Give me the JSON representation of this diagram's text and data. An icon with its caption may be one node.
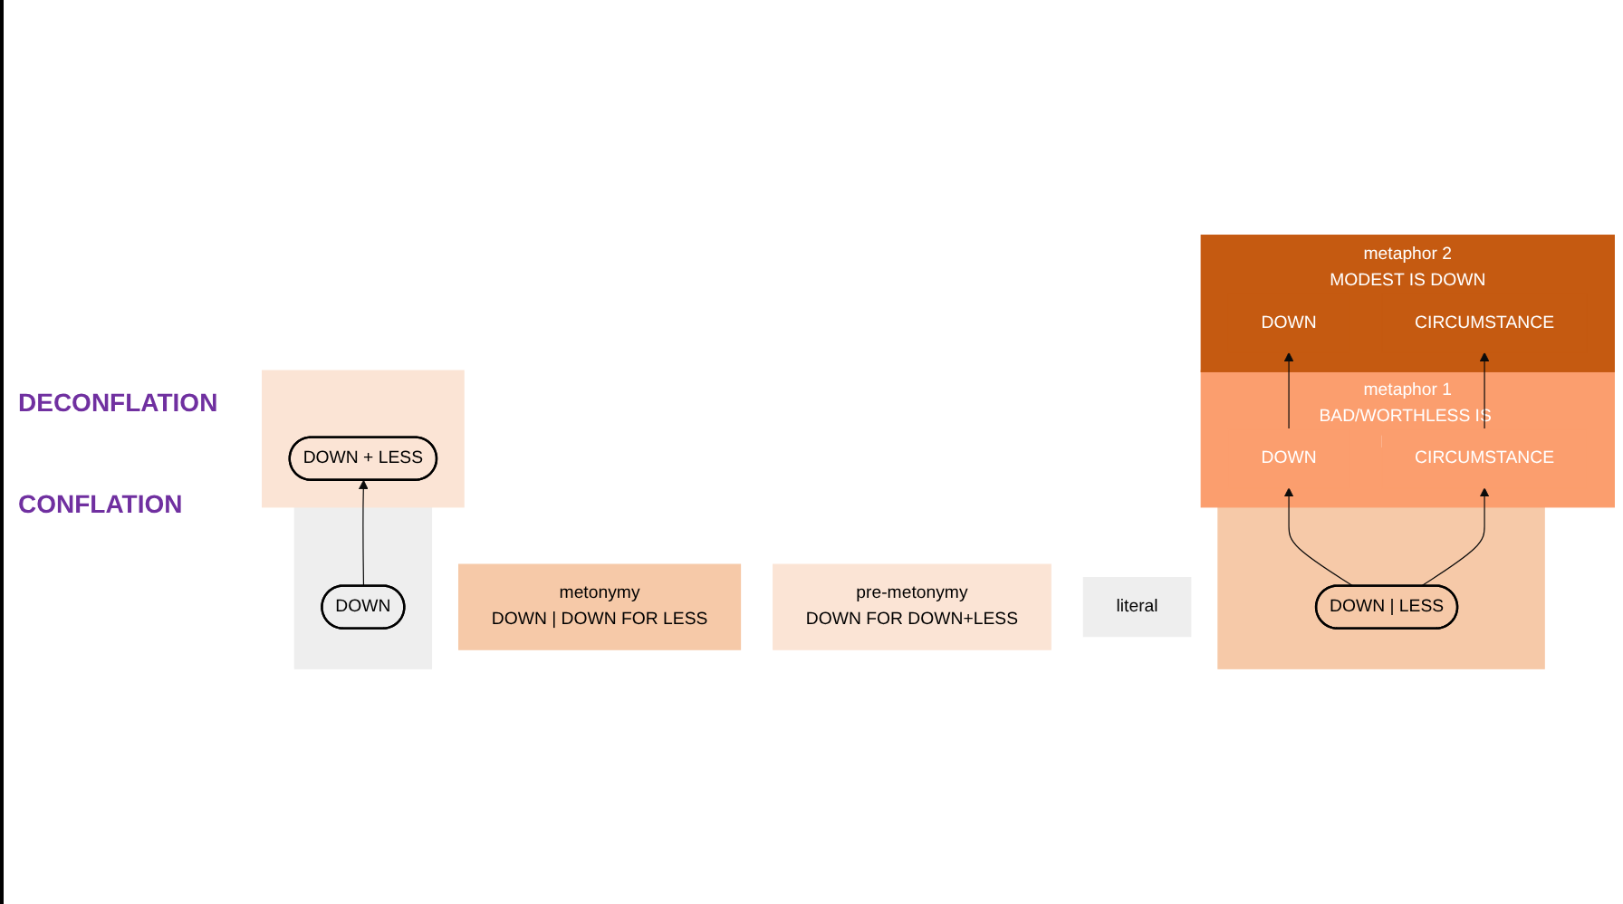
{
  "diagram": {
    "nodes": [
      {
        "text": [
          "metaphor 2",
          "MODEST IS DOWN"
        ]
      },
      {
        "text": [
          "DOWN"
        ],
        "in": 0
      },
      {
        "text": [
          "CIRCUMSTANCE"
        ],
        "in": 0
      },
      {
        "text": [
          "metaphor 1",
          "BAD/WORTHLESS IS DOWN"
        ]
      },
      {
        "text": [
          "DOWN"
        ],
        "in": 3
      },
      {
        "text": [
          "CIRCUMSTANCE"
        ],
        "in": 3
      },
      {
        "text": [],
        "shape": "bar"
      },
      {
        "text": [
          "DOWN | LESS"
        ],
        "in": 6
      },
      {
        "text": [
          "metonymy",
          "DOWN | DOWN FOR LESS"
        ]
      },
      {
        "text": [],
        "shape": "bar"
      },
      {
        "text": [
          "DOWN + LESS"
        ],
        "in": 9
      },
      {
        "text": [
          "pre-metonymy",
          "DOWN FOR DOWN+LESS"
        ]
      },
      {
        "text": [],
        "shape": "bar"
      },
      {
        "text": [
          "DOWN"
        ],
        "in": 12
      },
      {
        "text": [
          "literal"
        ]
      }
    ],
    "edges": [
      {
        "from": 13,
        "to": 10,
        "arrow": "to"
      },
      {
        "from": 7,
        "to": 4,
        "arrow": "to"
      },
      {
        "from": 7,
        "to": 5,
        "arrow": "to"
      },
      {
        "from": 4,
        "to": 1,
        "arrow": "to"
      },
      {
        "from": 5,
        "to": 2,
        "arrow": "to"
      }
    ],
    "labels": [
      "DECONFLATION",
      "CONFLATION"
    ]
  }
}
